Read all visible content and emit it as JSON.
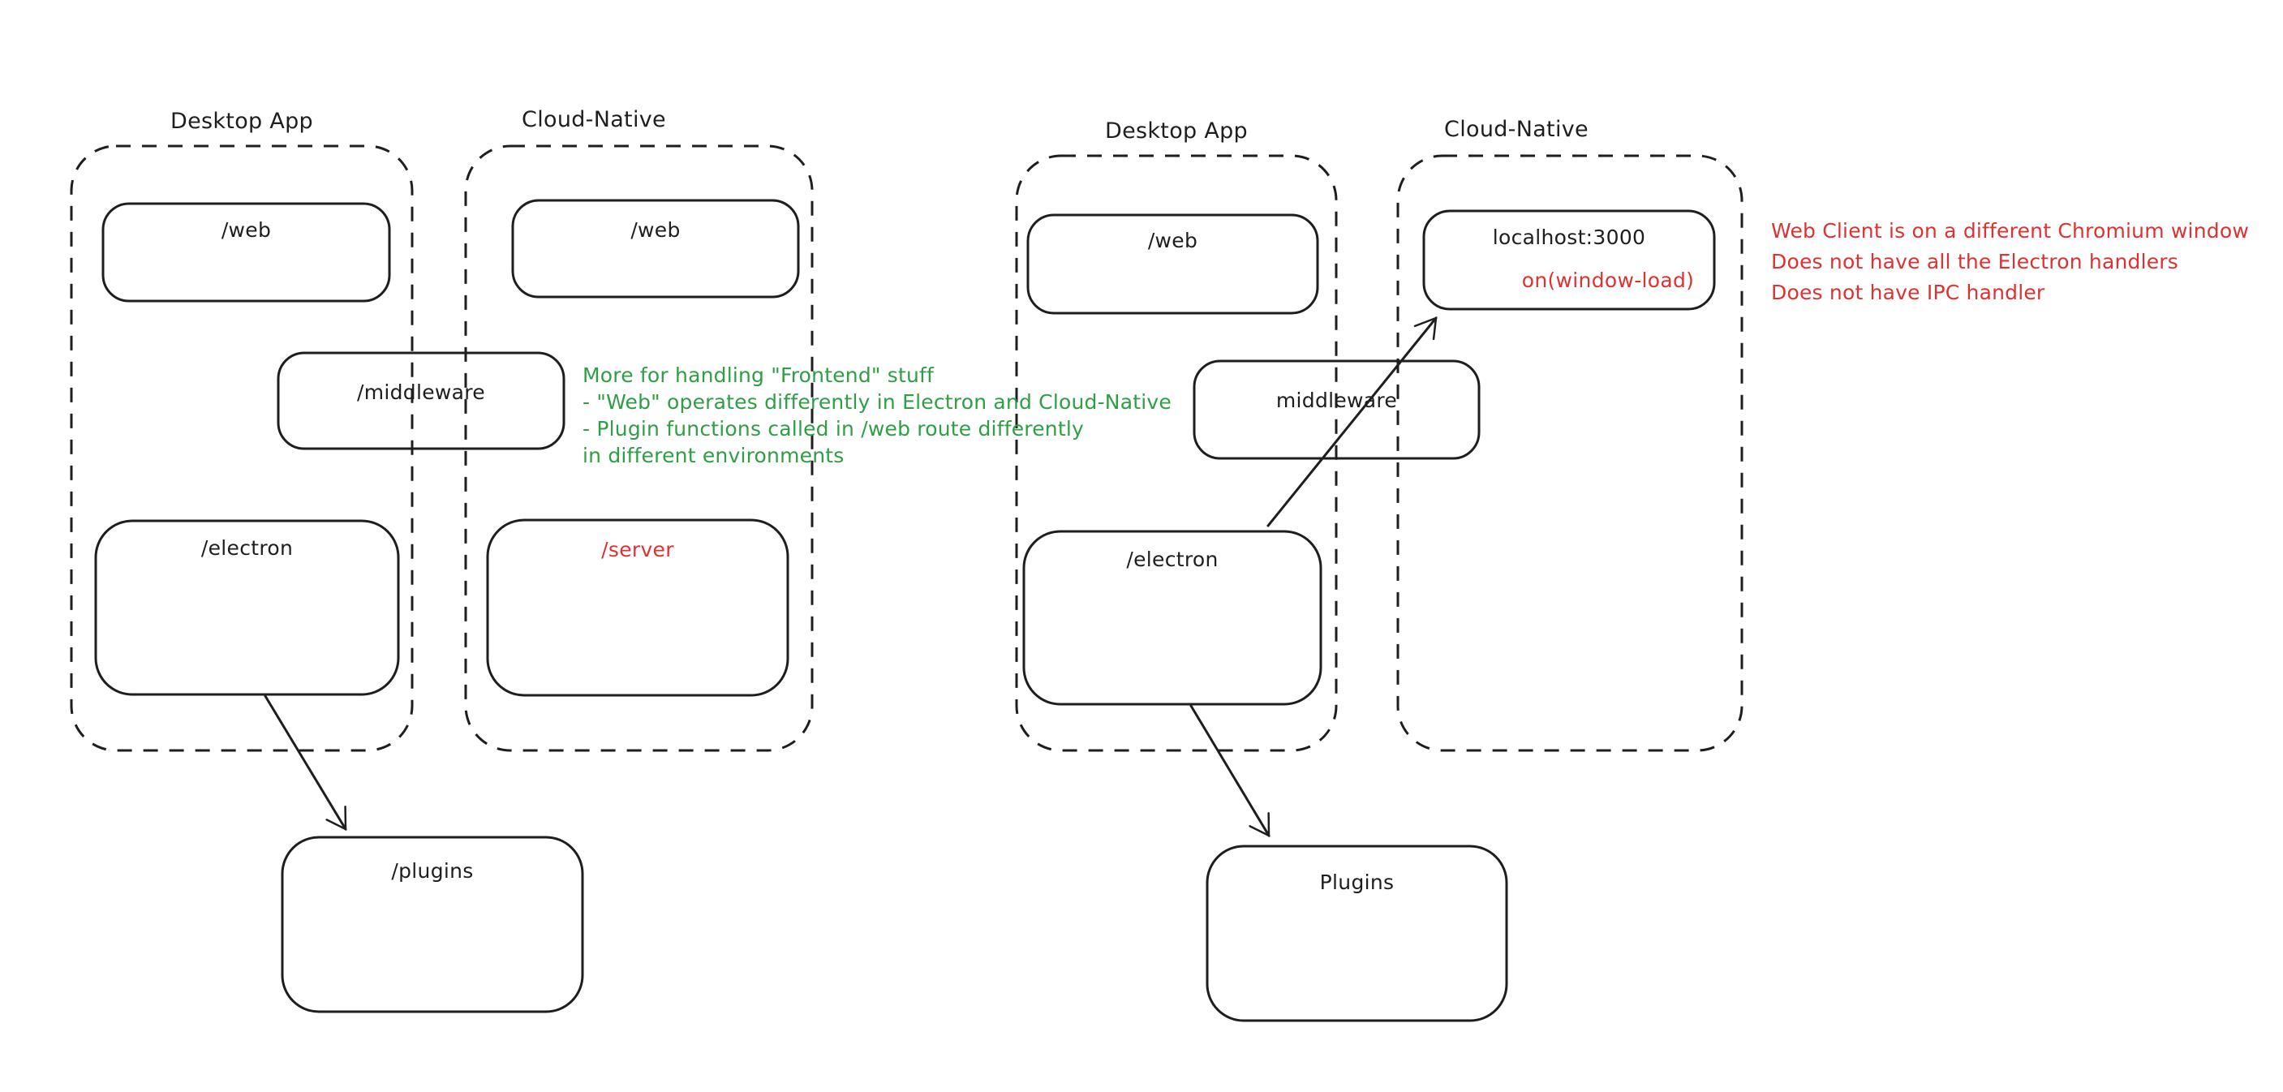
{
  "colors": {
    "stroke": "#1e1e1e",
    "green": "#2f9e44",
    "red": "#e03131",
    "background": "#ffffff"
  },
  "left": {
    "desktop_app_label": "Desktop App",
    "cloud_native_label": "Cloud-Native",
    "desktop_web": "/web",
    "cloud_web": "/web",
    "middleware": "/middleware",
    "electron": "/electron",
    "server": "/server",
    "plugins": "/plugins",
    "note_lines": [
      "More for handling \"Frontend\" stuff",
      "- \"Web\" operates differently in Electron and Cloud-Native",
      "- Plugin functions called in /web route differently",
      "in different environments"
    ]
  },
  "right": {
    "desktop_app_label": "Desktop App",
    "cloud_native_label": "Cloud-Native",
    "desktop_web": "/web",
    "localhost": "localhost:3000",
    "localhost_event": "on(window-load)",
    "middleware": "middleware",
    "electron": "/electron",
    "plugins": "Plugins",
    "note_lines": [
      "Web Client is on a different Chromium window",
      "Does not have all the Electron handlers",
      "Does not have IPC handler"
    ]
  }
}
